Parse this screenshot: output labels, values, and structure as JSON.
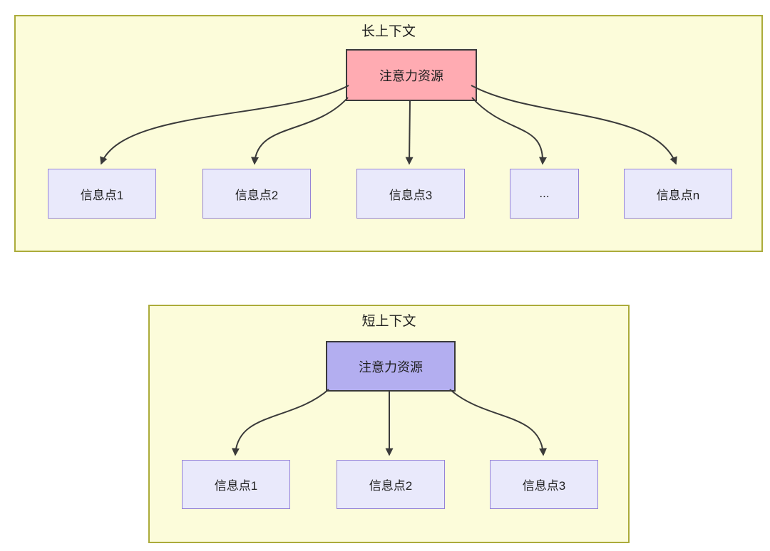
{
  "colors": {
    "page_background": "#ffffff",
    "panel_fill": "#fcfcda",
    "panel_border": "#abab3a",
    "attention_long_fill": "#ffabb2",
    "attention_short_fill": "#b3aef0",
    "attention_border": "#3a3a3a",
    "node_fill": "#e9e9fb",
    "node_border": "#9583d6",
    "arrow_color": "#3a3a3a",
    "text_color": "#1f1f1f"
  },
  "long_context": {
    "title": "长上下文",
    "attention_label": "注意力资源",
    "nodes": [
      "信息点1",
      "信息点2",
      "信息点3",
      "...",
      "信息点n"
    ]
  },
  "short_context": {
    "title": "短上下文",
    "attention_label": "注意力资源",
    "nodes": [
      "信息点1",
      "信息点2",
      "信息点3"
    ]
  }
}
